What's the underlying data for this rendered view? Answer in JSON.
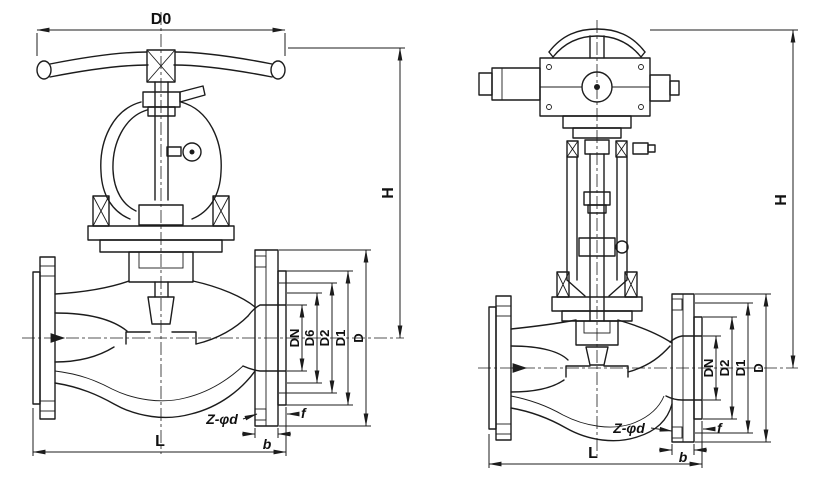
{
  "drawing": {
    "background_color": "#ffffff",
    "line_color": "#1c1c1c"
  },
  "left_valve": {
    "name": "manual-globe-valve",
    "dims": {
      "d0": "D0",
      "h": "H",
      "dn": "DN",
      "d6": "D6",
      "d2": "D2",
      "d1": "D1",
      "d": "D",
      "l": "L",
      "z_phi_d": "Z-φd",
      "b": "b",
      "f": "f"
    }
  },
  "right_valve": {
    "name": "electric-globe-valve",
    "dims": {
      "h": "H",
      "dn": "DN",
      "d2": "D2",
      "d1": "D1",
      "d": "D",
      "l": "L",
      "z_phi_d": "Z-φd",
      "b": "b",
      "f": "f"
    }
  }
}
